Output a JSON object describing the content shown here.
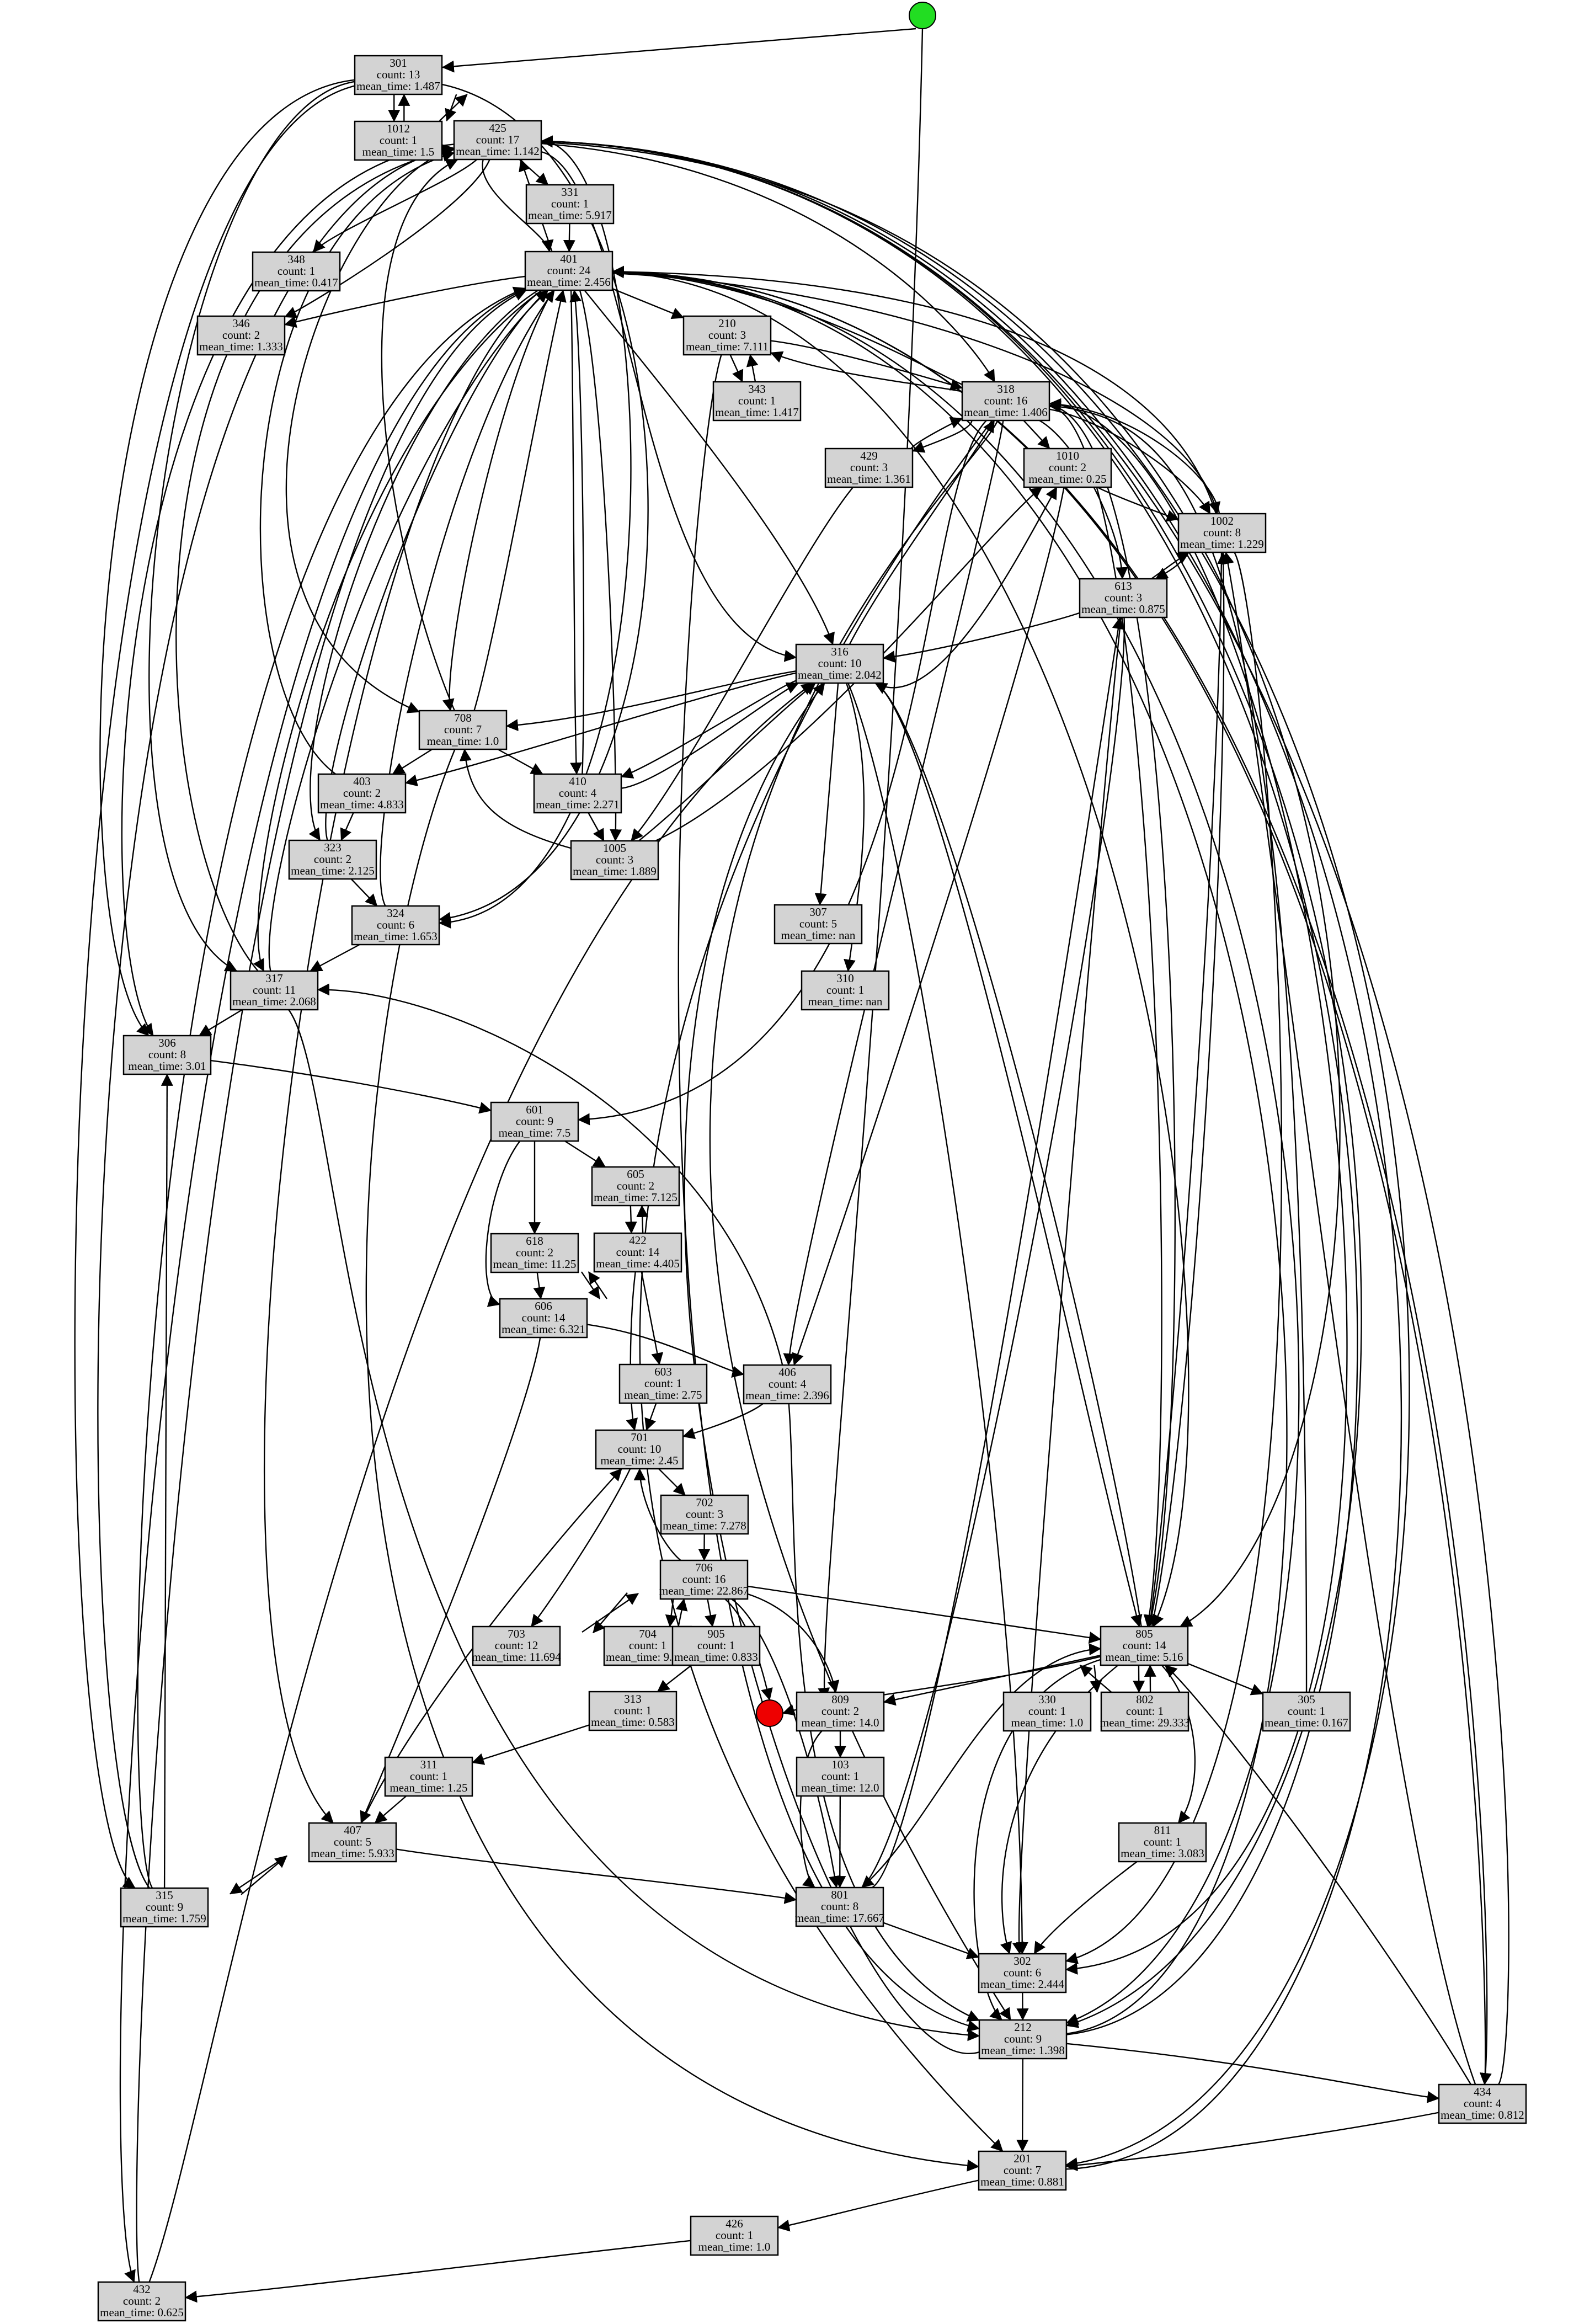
{
  "graph": {
    "start_marker": {
      "color": "#22dd22",
      "label": "start"
    },
    "end_marker": {
      "color": "#ee0000",
      "label": "end"
    },
    "node_fill": "#d3d3d3",
    "nodes": [
      {
        "id": "301",
        "count": "count: 13",
        "mean": "mean_time: 1.487"
      },
      {
        "id": "1012",
        "count": "count: 1",
        "mean": "mean_time: 1.5"
      },
      {
        "id": "425",
        "count": "count: 17",
        "mean": "mean_time: 1.142"
      },
      {
        "id": "331",
        "count": "count: 1",
        "mean": "mean_time: 5.917"
      },
      {
        "id": "348",
        "count": "count: 1",
        "mean": "mean_time: 0.417"
      },
      {
        "id": "401",
        "count": "count: 24",
        "mean": "mean_time: 2.456"
      },
      {
        "id": "346",
        "count": "count: 2",
        "mean": "mean_time: 1.333"
      },
      {
        "id": "210",
        "count": "count: 3",
        "mean": "mean_time: 7.111"
      },
      {
        "id": "343",
        "count": "count: 1",
        "mean": "mean_time: 1.417"
      },
      {
        "id": "318",
        "count": "count: 16",
        "mean": "mean_time: 1.406"
      },
      {
        "id": "429",
        "count": "count: 3",
        "mean": "mean_time: 1.361"
      },
      {
        "id": "1010",
        "count": "count: 2",
        "mean": "mean_time: 0.25"
      },
      {
        "id": "1002",
        "count": "count: 8",
        "mean": "mean_time: 1.229"
      },
      {
        "id": "613",
        "count": "count: 3",
        "mean": "mean_time: 0.875"
      },
      {
        "id": "316",
        "count": "count: 10",
        "mean": "mean_time: 2.042"
      },
      {
        "id": "708",
        "count": "count: 7",
        "mean": "mean_time: 1.0"
      },
      {
        "id": "403",
        "count": "count: 2",
        "mean": "mean_time: 4.833"
      },
      {
        "id": "410",
        "count": "count: 4",
        "mean": "mean_time: 2.271"
      },
      {
        "id": "323",
        "count": "count: 2",
        "mean": "mean_time: 2.125"
      },
      {
        "id": "1005",
        "count": "count: 3",
        "mean": "mean_time: 1.889"
      },
      {
        "id": "307",
        "count": "count: 5",
        "mean": "mean_time: nan"
      },
      {
        "id": "324",
        "count": "count: 6",
        "mean": "mean_time: 1.653"
      },
      {
        "id": "317",
        "count": "count: 11",
        "mean": "mean_time: 2.068"
      },
      {
        "id": "310",
        "count": "count: 1",
        "mean": "mean_time: nan"
      },
      {
        "id": "306",
        "count": "count: 8",
        "mean": "mean_time: 3.01"
      },
      {
        "id": "601",
        "count": "count: 9",
        "mean": "mean_time: 7.5"
      },
      {
        "id": "605",
        "count": "count: 2",
        "mean": "mean_time: 7.125"
      },
      {
        "id": "618",
        "count": "count: 2",
        "mean": "mean_time: 11.25"
      },
      {
        "id": "422",
        "count": "count: 14",
        "mean": "mean_time: 4.405"
      },
      {
        "id": "606",
        "count": "count: 14",
        "mean": "mean_time: 6.321"
      },
      {
        "id": "603",
        "count": "count: 1",
        "mean": "mean_time: 2.75"
      },
      {
        "id": "406",
        "count": "count: 4",
        "mean": "mean_time: 2.396"
      },
      {
        "id": "701",
        "count": "count: 10",
        "mean": "mean_time: 2.45"
      },
      {
        "id": "702",
        "count": "count: 3",
        "mean": "mean_time: 7.278"
      },
      {
        "id": "706",
        "count": "count: 16",
        "mean": "mean_time: 22.867"
      },
      {
        "id": "703",
        "count": "count: 12",
        "mean": "mean_time: 11.694"
      },
      {
        "id": "704",
        "count": "count: 1",
        "mean": "mean_time: 9.333"
      },
      {
        "id": "905",
        "count": "count: 1",
        "mean": "mean_time: 0.833"
      },
      {
        "id": "805",
        "count": "count: 14",
        "mean": "mean_time: 5.16"
      },
      {
        "id": "809",
        "count": "count: 2",
        "mean": "mean_time: 14.0"
      },
      {
        "id": "330",
        "count": "count: 1",
        "mean": "mean_time: 1.0"
      },
      {
        "id": "802",
        "count": "count: 1",
        "mean": "mean_time: 29.333"
      },
      {
        "id": "305",
        "count": "count: 1",
        "mean": "mean_time: 0.167"
      },
      {
        "id": "313",
        "count": "count: 1",
        "mean": "mean_time: 0.583"
      },
      {
        "id": "103",
        "count": "count: 1",
        "mean": "mean_time: 12.0"
      },
      {
        "id": "311",
        "count": "count: 1",
        "mean": "mean_time: 1.25"
      },
      {
        "id": "811",
        "count": "count: 1",
        "mean": "mean_time: 3.083"
      },
      {
        "id": "407",
        "count": "count: 5",
        "mean": "mean_time: 5.933"
      },
      {
        "id": "315",
        "count": "count: 9",
        "mean": "mean_time: 1.759"
      },
      {
        "id": "801",
        "count": "count: 8",
        "mean": "mean_time: 17.667"
      },
      {
        "id": "302",
        "count": "count: 6",
        "mean": "mean_time: 2.444"
      },
      {
        "id": "212",
        "count": "count: 9",
        "mean": "mean_time: 1.398"
      },
      {
        "id": "434",
        "count": "count: 4",
        "mean": "mean_time: 0.812"
      },
      {
        "id": "201",
        "count": "count: 7",
        "mean": "mean_time: 0.881"
      },
      {
        "id": "426",
        "count": "count: 1",
        "mean": "mean_time: 1.0"
      },
      {
        "id": "432",
        "count": "count: 2",
        "mean": "mean_time: 0.625"
      }
    ]
  }
}
